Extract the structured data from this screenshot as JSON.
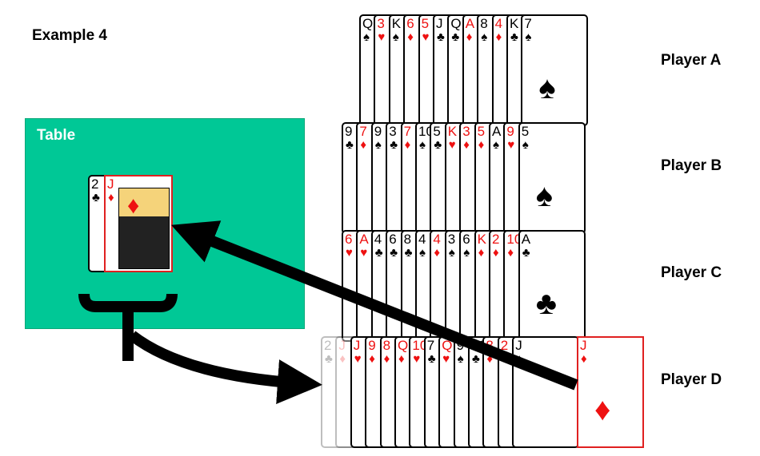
{
  "title": "Example 4",
  "table": {
    "title": "Table",
    "cards": [
      {
        "rank": "2",
        "suit": "♣"
      },
      {
        "rank": "J",
        "suit": "♦",
        "face": true
      }
    ]
  },
  "players": [
    {
      "name": "Player A",
      "cards": [
        {
          "rank": "Q",
          "suit": "♠"
        },
        {
          "rank": "3",
          "suit": "♥"
        },
        {
          "rank": "K",
          "suit": "♠"
        },
        {
          "rank": "6",
          "suit": "♦"
        },
        {
          "rank": "5",
          "suit": "♥"
        },
        {
          "rank": "J",
          "suit": "♣"
        },
        {
          "rank": "Q",
          "suit": "♣"
        },
        {
          "rank": "A",
          "suit": "♦"
        },
        {
          "rank": "8",
          "suit": "♠"
        },
        {
          "rank": "4",
          "suit": "♦"
        },
        {
          "rank": "K",
          "suit": "♣"
        },
        {
          "rank": "7",
          "suit": "♠"
        }
      ]
    },
    {
      "name": "Player B",
      "cards": [
        {
          "rank": "9",
          "suit": "♣"
        },
        {
          "rank": "7",
          "suit": "♦"
        },
        {
          "rank": "9",
          "suit": "♠"
        },
        {
          "rank": "3",
          "suit": "♣"
        },
        {
          "rank": "7",
          "suit": "♦"
        },
        {
          "rank": "10",
          "suit": "♠"
        },
        {
          "rank": "5",
          "suit": "♣"
        },
        {
          "rank": "K",
          "suit": "♥"
        },
        {
          "rank": "3",
          "suit": "♦"
        },
        {
          "rank": "5",
          "suit": "♦"
        },
        {
          "rank": "A",
          "suit": "♠"
        },
        {
          "rank": "9",
          "suit": "♥"
        },
        {
          "rank": "5",
          "suit": "♠"
        }
      ]
    },
    {
      "name": "Player C",
      "cards": [
        {
          "rank": "6",
          "suit": "♥"
        },
        {
          "rank": "A",
          "suit": "♥"
        },
        {
          "rank": "4",
          "suit": "♣"
        },
        {
          "rank": "6",
          "suit": "♣"
        },
        {
          "rank": "8",
          "suit": "♣"
        },
        {
          "rank": "4",
          "suit": "♠"
        },
        {
          "rank": "4",
          "suit": "♦"
        },
        {
          "rank": "3",
          "suit": "♠"
        },
        {
          "rank": "6",
          "suit": "♠"
        },
        {
          "rank": "K",
          "suit": "♦"
        },
        {
          "rank": "2",
          "suit": "♦"
        },
        {
          "rank": "10",
          "suit": "♦"
        },
        {
          "rank": "A",
          "suit": "♣"
        }
      ]
    },
    {
      "name": "Player D",
      "cards": [
        {
          "rank": "2",
          "suit": "♣",
          "faded": true
        },
        {
          "rank": "J",
          "suit": "♦",
          "faded": true
        },
        {
          "rank": "J",
          "suit": "♥"
        },
        {
          "rank": "9",
          "suit": "♦"
        },
        {
          "rank": "8",
          "suit": "♦"
        },
        {
          "rank": "Q",
          "suit": "♦"
        },
        {
          "rank": "10",
          "suit": "♥"
        },
        {
          "rank": "7",
          "suit": "♣"
        },
        {
          "rank": "Q",
          "suit": "♥"
        },
        {
          "rank": "9",
          "suit": "♠"
        },
        {
          "rank": "10",
          "suit": "♣"
        },
        {
          "rank": "8",
          "suit": "♦"
        },
        {
          "rank": "2",
          "suit": "♦"
        },
        {
          "rank": "J",
          "suit": "♠"
        },
        {
          "rank": "J",
          "suit": "♦",
          "faded": true,
          "highlight": true
        }
      ]
    }
  ],
  "colors": {
    "table_green": "#00c896",
    "arrow": "#000000",
    "highlight": "#e02020",
    "red_suit": "#ee1111"
  }
}
